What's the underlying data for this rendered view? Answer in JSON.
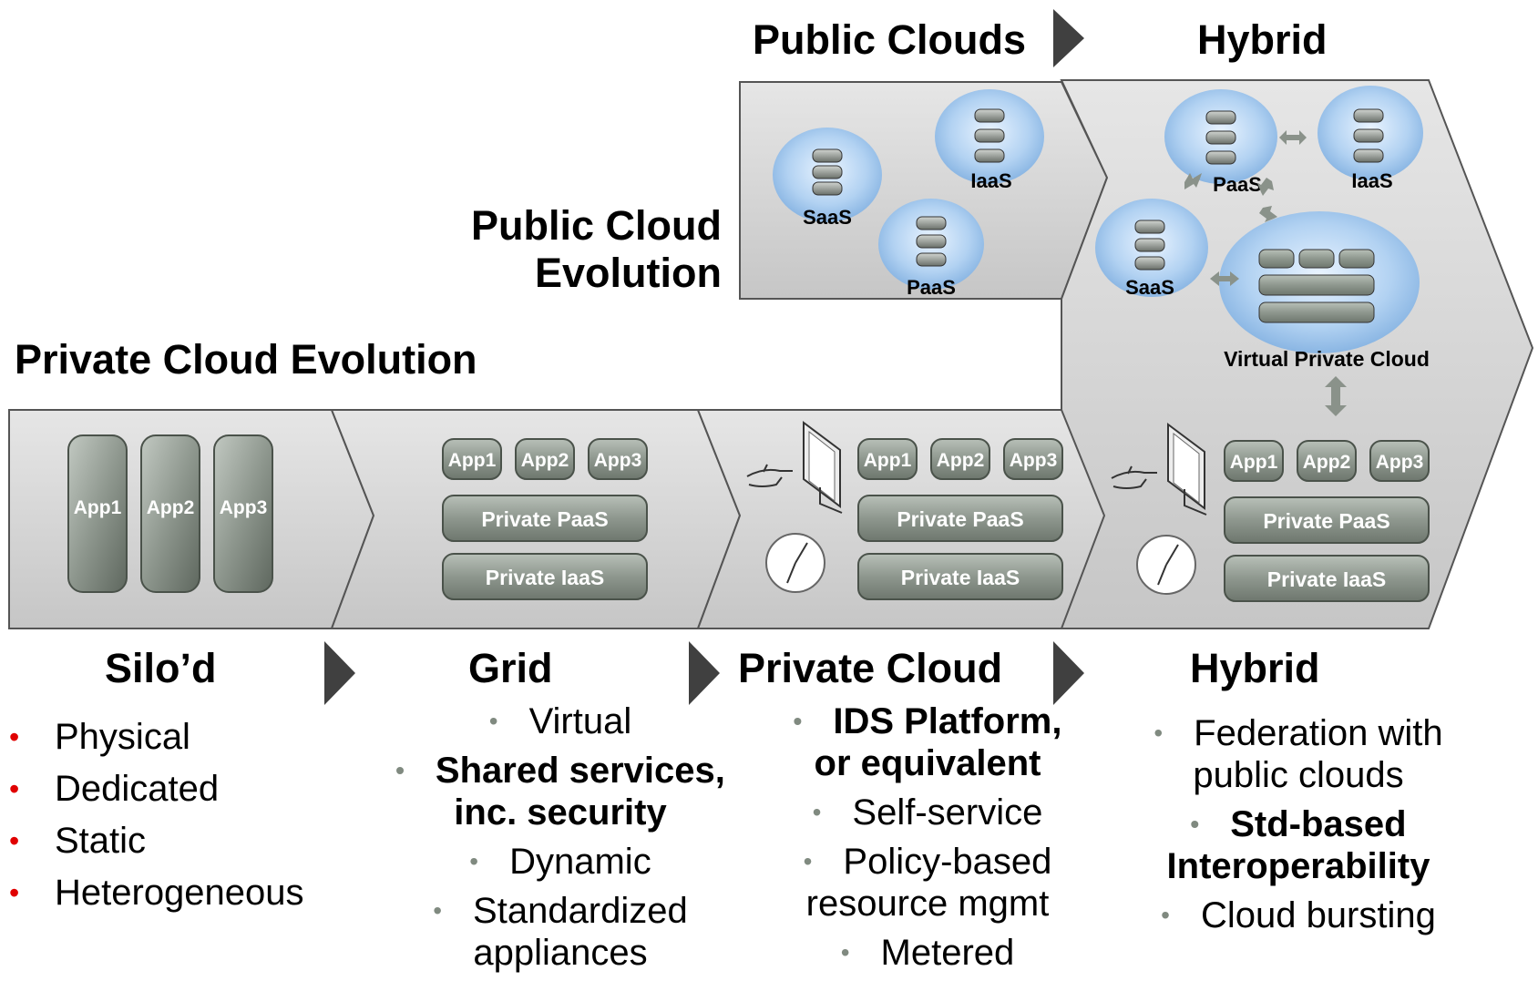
{
  "headings": {
    "public_clouds": "Public Clouds",
    "hybrid_top": "Hybrid",
    "public_evolution": [
      "Public Cloud",
      "Evolution"
    ],
    "private_evolution": "Private Cloud Evolution"
  },
  "stages": {
    "silod": {
      "title": "Silo’d",
      "apps": [
        "App1",
        "App2",
        "App3"
      ],
      "bullets": [
        "Physical",
        "Dedicated",
        "Static",
        "Heterogeneous"
      ]
    },
    "grid": {
      "title": "Grid",
      "apps": [
        "App1",
        "App2",
        "App3"
      ],
      "layers": [
        "Private PaaS",
        "Private IaaS"
      ],
      "bullets": [
        {
          "lines": [
            "Virtual"
          ],
          "bold": false
        },
        {
          "lines": [
            "Shared services,",
            "inc. security"
          ],
          "bold": true
        },
        {
          "lines": [
            "Dynamic"
          ],
          "bold": false
        },
        {
          "lines": [
            "Standardized",
            "appliances"
          ],
          "bold": false
        }
      ]
    },
    "private_cloud": {
      "title": "Private Cloud",
      "apps": [
        "App1",
        "App2",
        "App3"
      ],
      "layers": [
        "Private PaaS",
        "Private IaaS"
      ],
      "bullets": [
        {
          "lines": [
            "IDS Platform,",
            "or equivalent"
          ],
          "bold": true
        },
        {
          "lines": [
            "Self-service"
          ],
          "bold": false
        },
        {
          "lines": [
            "Policy-based",
            "resource mgmt"
          ],
          "bold": false
        },
        {
          "lines": [
            "Metered"
          ],
          "bold": false
        }
      ]
    },
    "hybrid": {
      "title": "Hybrid",
      "apps": [
        "App1",
        "App2",
        "App3"
      ],
      "layers": [
        "Private PaaS",
        "Private IaaS"
      ],
      "bullets": [
        {
          "lines": [
            "Federation with",
            "public clouds"
          ],
          "bold": false
        },
        {
          "lines": [
            "Std-based",
            "Interoperability"
          ],
          "bold": true
        },
        {
          "lines": [
            "Cloud bursting"
          ],
          "bold": false
        }
      ]
    }
  },
  "public_clouds": {
    "saas": "SaaS",
    "iaas": "IaaS",
    "paas": "PaaS"
  },
  "hybrid_clouds": {
    "paas": "PaaS",
    "iaas": "IaaS",
    "saas": "SaaS",
    "vpc": "Virtual Private Cloud"
  },
  "colors": {
    "panel_fill": "#d4d4d4",
    "panel_stroke": "#555555",
    "block_fill": "#8e978e",
    "cloud_fill": "#a8c8ec",
    "arrow": "#404040",
    "bullet_red": "#e00000"
  }
}
